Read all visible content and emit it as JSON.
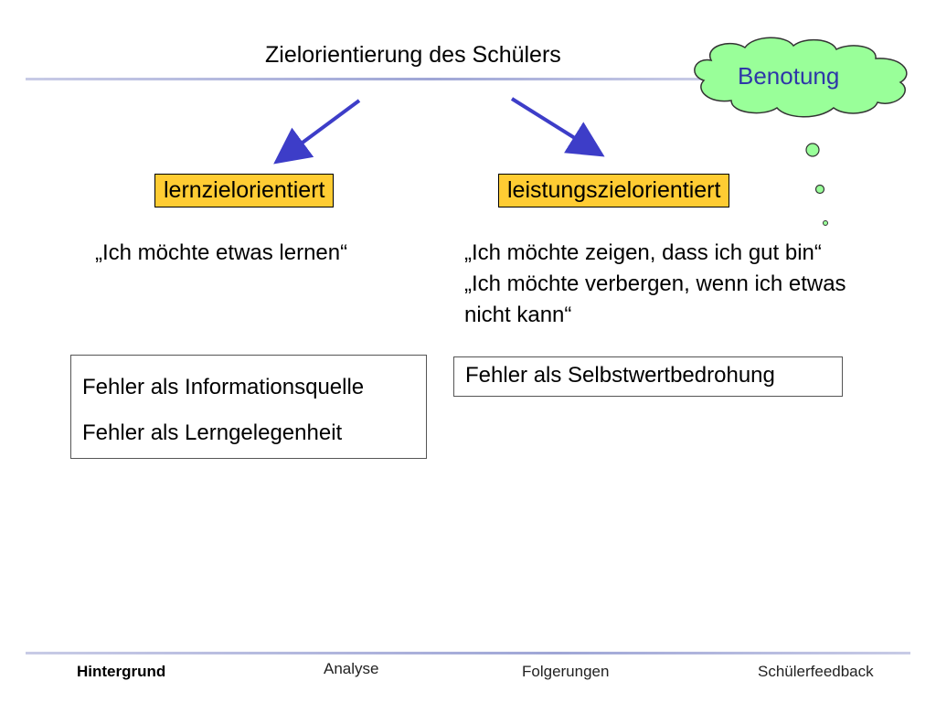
{
  "title": "Zielorientierung des Schülers",
  "cloud": {
    "label": "Benotung",
    "fill": "#99ff99"
  },
  "left": {
    "tag": "lernzielorientiert",
    "quote": "„Ich möchte etwas lernen“",
    "box_lines": [
      "Fehler als Informationsquelle",
      "Fehler als Lerngelegenheit"
    ]
  },
  "right": {
    "tag": "leistungszielorientiert",
    "quote_lines": [
      "„Ich möchte zeigen, dass ich gut bin“",
      "„Ich möchte verbergen, wenn ich etwas",
      "nicht kann“"
    ],
    "box_lines": [
      "Fehler als Selbstwertbedrohung"
    ]
  },
  "nav": {
    "items": [
      {
        "label": "Hintergrund",
        "active": true
      },
      {
        "label": "Analyse",
        "active": false
      },
      {
        "label": "Folgerungen",
        "active": false
      },
      {
        "label": "Schülerfeedback",
        "active": false
      }
    ]
  },
  "colors": {
    "tag_fill": "#ffcc33",
    "arrow": "#3d3dc8",
    "cloud_text": "#2e37a8"
  }
}
